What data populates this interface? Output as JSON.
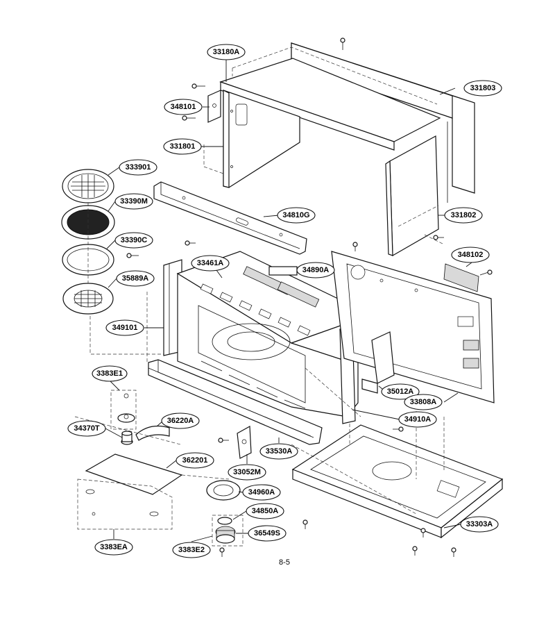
{
  "page_number": "8-5",
  "callouts": [
    {
      "id": "33180A"
    },
    {
      "id": "331803"
    },
    {
      "id": "348101"
    },
    {
      "id": "331801"
    },
    {
      "id": "333901"
    },
    {
      "id": "33390M"
    },
    {
      "id": "34810G"
    },
    {
      "id": "331802"
    },
    {
      "id": "33390C"
    },
    {
      "id": "33461A"
    },
    {
      "id": "34890A"
    },
    {
      "id": "348102"
    },
    {
      "id": "35889A"
    },
    {
      "id": "349101"
    },
    {
      "id": "3383E1"
    },
    {
      "id": "35012A"
    },
    {
      "id": "33808A"
    },
    {
      "id": "34370T"
    },
    {
      "id": "36220A"
    },
    {
      "id": "34910A"
    },
    {
      "id": "33530A"
    },
    {
      "id": "362201"
    },
    {
      "id": "33052M"
    },
    {
      "id": "34960A"
    },
    {
      "id": "34850A"
    },
    {
      "id": "36549S"
    },
    {
      "id": "33303A"
    },
    {
      "id": "3383EA"
    },
    {
      "id": "3383E2"
    }
  ]
}
